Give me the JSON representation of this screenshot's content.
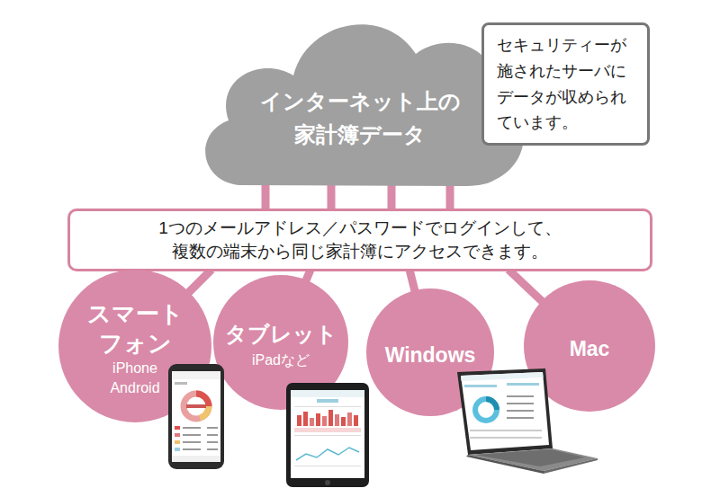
{
  "diagram": {
    "nodes": [
      {
        "text": [
          "インターネット上の 家計簿データ"
        ]
      },
      {
        "text": [
          "セキュリティーが 施されたサーバに データが収められ ています。"
        ]
      },
      {
        "text": [
          "1つのメールアドレス／パスワードでログインして、 複数の端末から同じ家計簿にアクセスできます。"
        ]
      },
      {
        "text": [
          "スマート フォン",
          "iPhone Android"
        ]
      },
      {
        "text": [
          "タブレット",
          "iPadなど"
        ]
      },
      {
        "text": [
          "Windows"
        ]
      },
      {
        "text": [
          "Mac"
        ]
      }
    ],
    "edges": [
      {
        "from": 0,
        "to": 2,
        "arrow": "none"
      },
      {
        "from": 2,
        "to": 3,
        "arrow": "none"
      },
      {
        "from": 2,
        "to": 4,
        "arrow": "none"
      },
      {
        "from": 2,
        "to": 5,
        "arrow": "none"
      },
      {
        "from": 2,
        "to": 6,
        "arrow": "none"
      }
    ]
  }
}
